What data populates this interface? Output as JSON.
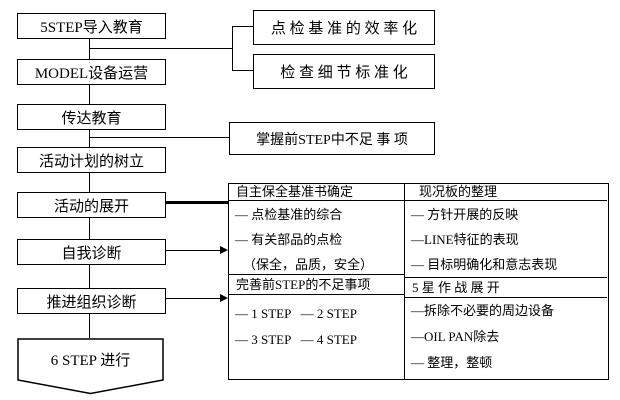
{
  "colors": {
    "line": "#000000",
    "background": "#ffffff",
    "text": "#000000"
  },
  "flow": {
    "steps": [
      {
        "label": "5STEP导入教育"
      },
      {
        "label": "MODEL设备运营"
      },
      {
        "label": "传达教育"
      },
      {
        "label": "活动计划的树立"
      },
      {
        "label": "活动的展开"
      },
      {
        "label": "自我诊断"
      },
      {
        "label": "推进组织诊断"
      }
    ],
    "terminal": {
      "label": "6 STEP 进行"
    }
  },
  "callouts": {
    "top": [
      {
        "label": "点 检 基 准 的 效 率 化"
      },
      {
        "label": "检 查 细 节 标 准 化"
      }
    ],
    "middle": {
      "label": "掌握前STEP中不足 事 项"
    }
  },
  "table": {
    "left": {
      "header1": "自主保全基准书确定",
      "body1": [
        "— 点检基准的综合",
        "— 有关部品的点检",
        "（保全，品质，安全）"
      ],
      "header2": "完善前STEP的不足事项",
      "body2": [
        "— 1 STEP   — 2 STEP",
        "— 3 STEP   — 4 STEP"
      ]
    },
    "right": {
      "header1": "现况板的整理",
      "body1": [
        "— 方针开展的反映",
        "—LINE特征的表现",
        "— 目标明确化和意志表现"
      ],
      "header2": "5 星 作 战 展 开",
      "body2": [
        "—拆除不必要的周边设备",
        "—OIL PAN除去",
        "— 整理，整顿"
      ]
    }
  }
}
